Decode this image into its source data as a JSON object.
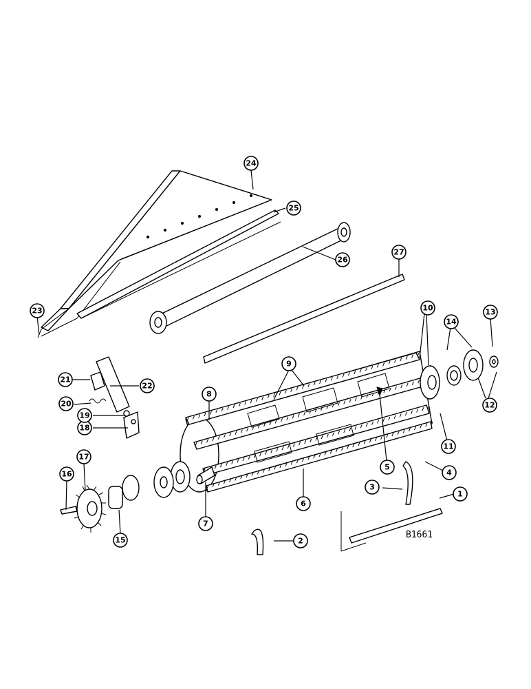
{
  "drawing_code": "B1661",
  "callouts": [
    {
      "id": "1",
      "label": "1"
    },
    {
      "id": "2",
      "label": "2"
    },
    {
      "id": "3",
      "label": "3"
    },
    {
      "id": "4",
      "label": "4"
    },
    {
      "id": "5",
      "label": "5"
    },
    {
      "id": "6",
      "label": "6"
    },
    {
      "id": "7",
      "label": "7"
    },
    {
      "id": "8",
      "label": "8"
    },
    {
      "id": "9",
      "label": "9"
    },
    {
      "id": "10",
      "label": "10"
    },
    {
      "id": "11",
      "label": "11"
    },
    {
      "id": "12",
      "label": "12"
    },
    {
      "id": "13",
      "label": "13"
    },
    {
      "id": "14",
      "label": "14"
    },
    {
      "id": "15",
      "label": "15"
    },
    {
      "id": "16",
      "label": "16"
    },
    {
      "id": "17",
      "label": "17"
    },
    {
      "id": "18",
      "label": "18"
    },
    {
      "id": "19",
      "label": "19"
    },
    {
      "id": "20",
      "label": "20"
    },
    {
      "id": "21",
      "label": "21"
    },
    {
      "id": "22",
      "label": "22"
    },
    {
      "id": "23",
      "label": "23"
    },
    {
      "id": "24",
      "label": "24"
    },
    {
      "id": "25",
      "label": "25"
    },
    {
      "id": "26",
      "label": "26"
    },
    {
      "id": "27",
      "label": "27"
    }
  ]
}
